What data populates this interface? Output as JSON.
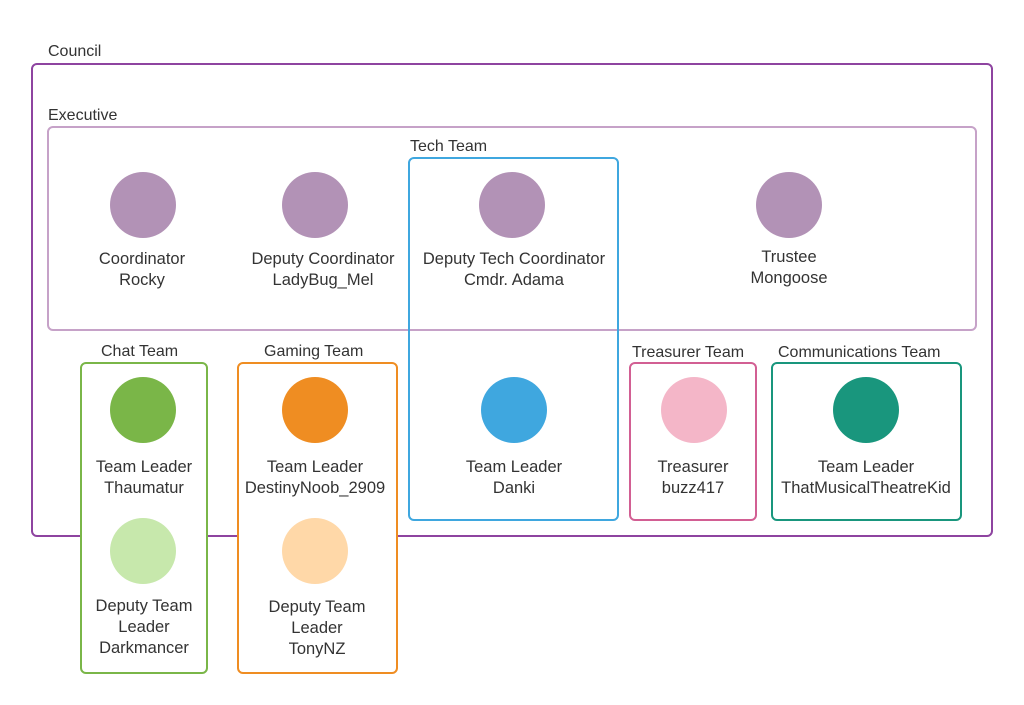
{
  "groups": {
    "council": {
      "label": "Council",
      "color": "#8e44a0"
    },
    "executive": {
      "label": "Executive",
      "color": "#c6a2c8"
    },
    "tech": {
      "label": "Tech Team",
      "color": "#3fa7df"
    },
    "chat": {
      "label": "Chat Team",
      "color": "#7ab648"
    },
    "gaming": {
      "label": "Gaming Team",
      "color": "#ef8d22"
    },
    "treasurer": {
      "label": "Treasurer Team",
      "color": "#d25f93"
    },
    "communications": {
      "label": "Communications Team",
      "color": "#19967d"
    }
  },
  "people": {
    "coordinator": {
      "role": "Coordinator",
      "name": "Rocky",
      "color": "#b292b6"
    },
    "deputy_coordinator": {
      "role": "Deputy Coordinator",
      "name": "LadyBug_Mel",
      "color": "#b292b6"
    },
    "deputy_tech": {
      "role": "Deputy Tech Coordinator",
      "name": "Cmdr. Adama",
      "color": "#b292b6"
    },
    "trustee": {
      "role": "Trustee",
      "name": "Mongoose",
      "color": "#b292b6"
    },
    "chat_leader": {
      "role": "Team Leader",
      "name": "Thaumatur",
      "color": "#7ab648"
    },
    "chat_deputy": {
      "role_line1": "Deputy Team",
      "role_line2": "Leader",
      "name": "Darkmancer",
      "color": "#c7e8ac"
    },
    "gaming_leader": {
      "role": "Team Leader",
      "name": "DestinyNoob_2909",
      "color": "#ef8d22"
    },
    "gaming_deputy": {
      "role_line1": "Deputy Team",
      "role_line2": "Leader",
      "name": "TonyNZ",
      "color": "#ffd8a8"
    },
    "tech_leader": {
      "role": "Team Leader",
      "name": "Danki",
      "color": "#3fa7df"
    },
    "treasurer": {
      "role": "Treasurer",
      "name": "buzz417",
      "color": "#f4b6c8"
    },
    "comms_leader": {
      "role": "Team Leader",
      "name": "ThatMusicalTheatreKid",
      "color": "#19967d"
    }
  }
}
